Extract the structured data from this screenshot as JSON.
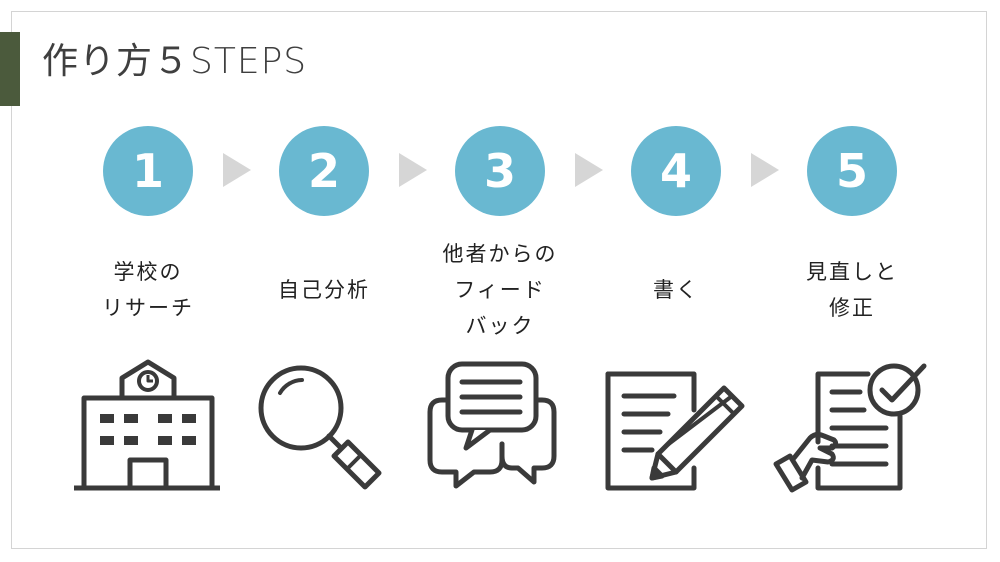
{
  "title": "作り方５STEPS",
  "colors": {
    "accent_bar": "#4b5a3c",
    "circle": "#69b8d1",
    "arrow": "#d6d6d6",
    "icon": "#3a3a3a"
  },
  "steps": [
    {
      "number": "1",
      "label": "学校の\nリサーチ",
      "icon": "school-building-icon"
    },
    {
      "number": "2",
      "label": "自己分析",
      "icon": "magnifying-glass-icon"
    },
    {
      "number": "3",
      "label": "他者からの\nフィード\nバック",
      "icon": "speech-bubbles-icon"
    },
    {
      "number": "4",
      "label": "書く",
      "icon": "document-pencil-icon"
    },
    {
      "number": "5",
      "label": "見直しと\n修正",
      "icon": "document-check-hand-icon"
    }
  ]
}
